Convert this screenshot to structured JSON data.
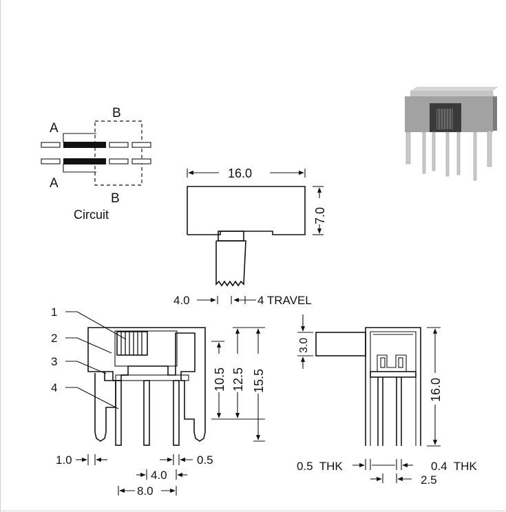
{
  "circuit": {
    "label_a_top": "A",
    "label_a_bottom": "A",
    "label_b_top": "B",
    "label_b_bottom": "B",
    "caption": "Circuit"
  },
  "top_view": {
    "width_dim": "16.0",
    "height_dim": "7.0",
    "travel_left": "4.0",
    "travel_right": "4 TRAVEL"
  },
  "front_view": {
    "callout_1": "1",
    "callout_2": "2",
    "callout_3": "3",
    "callout_4": "4",
    "dim_10_5": "10.5",
    "dim_12_5": "12.5",
    "dim_15_5": "15.5",
    "dim_1_0": "1.0",
    "dim_0_5": "0.5",
    "dim_4_0": "4.0",
    "dim_8_0": "8.0"
  },
  "side_view": {
    "dim_3_0": "3.0",
    "dim_16_0": "16.0",
    "thk_left": "0.5  THK",
    "thk_right": "0.4  THK",
    "dim_2_5": "2.5"
  },
  "photo": {
    "description_icon": "slide-switch-photo"
  },
  "colors": {
    "ink": "#111111",
    "contact_fill": "#111111",
    "photo_body": "#9a9a9a"
  }
}
